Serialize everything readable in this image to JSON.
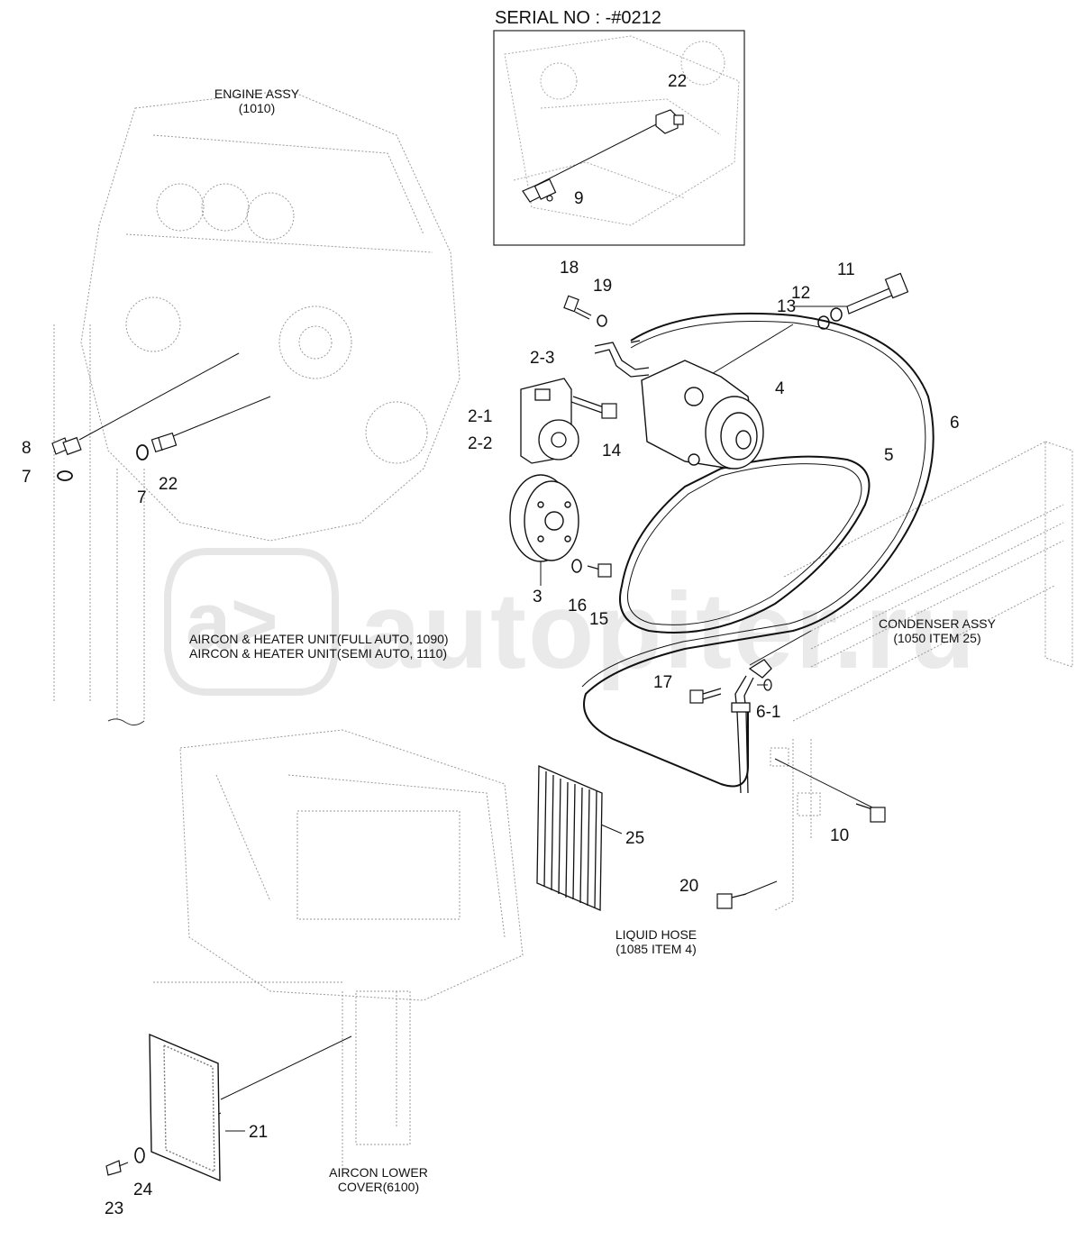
{
  "serial_label": "SERIAL NO : -#0212",
  "notes": {
    "engine_assy": "ENGINE ASSY",
    "engine_assy_ref": "(1010)",
    "aircon_full": "AIRCON & HEATER UNIT(FULL AUTO, 1090)",
    "aircon_semi": "AIRCON & HEATER UNIT(SEMI AUTO, 1110)",
    "condenser": "CONDENSER ASSY",
    "condenser_ref": "(1050 ITEM 25)",
    "liquid_hose": "LIQUID HOSE",
    "liquid_hose_ref": "(1085 ITEM 4)",
    "lower_cover": "AIRCON LOWER",
    "lower_cover_ref": "COVER(6100)"
  },
  "watermark": "autopiter.ru",
  "callouts": {
    "c22_inset": "22",
    "c9": "9",
    "c18": "18",
    "c19": "19",
    "c11": "11",
    "c12": "12",
    "c13": "13",
    "c2_3": "2-3",
    "c4": "4",
    "c2_1": "2-1",
    "c6": "6",
    "c2_2": "2-2",
    "c14": "14",
    "c5": "5",
    "c8": "8",
    "c7_left": "7",
    "c7_mid": "7",
    "c22_main": "22",
    "c3": "3",
    "c16": "16",
    "c15": "15",
    "c17": "17",
    "c6_1": "6-1",
    "c25": "25",
    "c10": "10",
    "c20": "20",
    "c21": "21",
    "c24": "24",
    "c23": "23"
  }
}
